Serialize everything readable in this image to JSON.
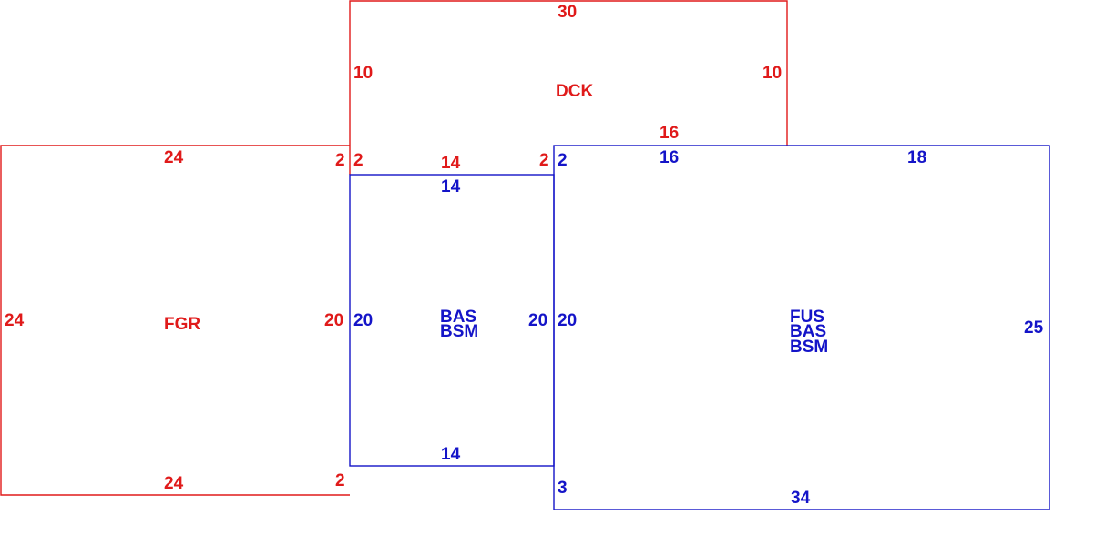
{
  "colors": {
    "red": "#e01a1a",
    "blue": "#1414c8"
  },
  "fgr": {
    "name": "FGR",
    "top": "24",
    "left": "24",
    "right": "20",
    "bottom": "24",
    "top_right_corner": "2",
    "bottom_right_corner": "2"
  },
  "dck": {
    "name": "DCK",
    "top": "30",
    "left": "10",
    "right": "10",
    "bottom": "16",
    "bottom_left_corner": "2",
    "bottom_middle": "14",
    "bottom_mid_corner": "2"
  },
  "bas": {
    "names": [
      "BAS",
      "BSM"
    ],
    "top": "14",
    "left": "20",
    "right": "20",
    "bottom": "14"
  },
  "fus": {
    "names": [
      "FUS",
      "BAS",
      "BSM"
    ],
    "top_left": "16",
    "top_right": "18",
    "left": "20",
    "right": "25",
    "bottom": "34",
    "top_left_corner": "2",
    "bottom_left_corner": "3"
  }
}
